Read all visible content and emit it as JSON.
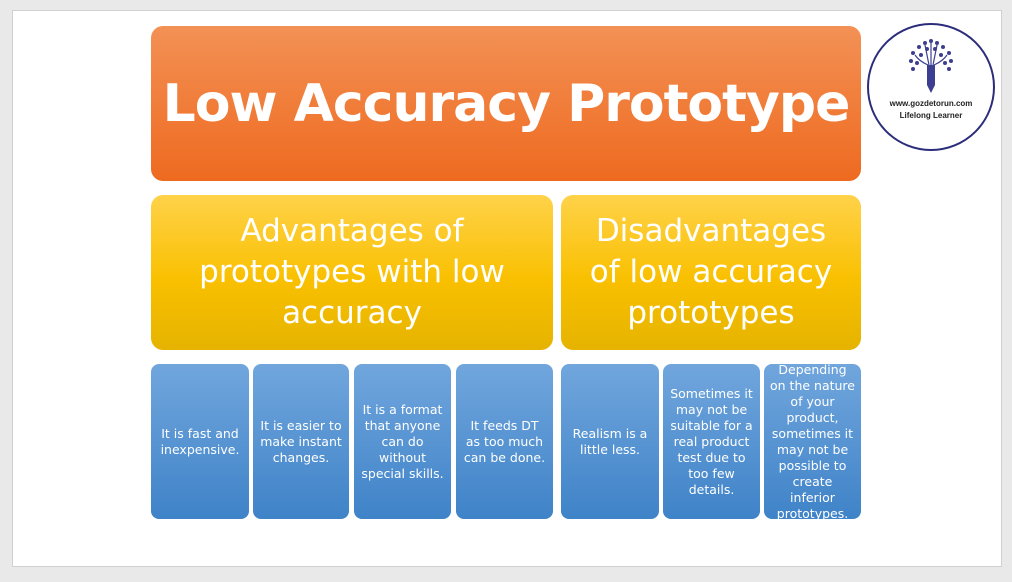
{
  "title": "Low Accuracy Prototype",
  "advantages_heading": "Advantages of prototypes with low accuracy",
  "disadvantages_heading": "Disadvantages of low accuracy prototypes",
  "advantages": [
    "It is fast and inexpensive.",
    "It is easier to make instant changes.",
    "It is a format that anyone can do without special skills.",
    "It feeds DT as too much can be done."
  ],
  "disadvantages": [
    "Realism is a little less.",
    "Sometimes it may not be suitable for a real product test due to too few details.",
    "Depending on the nature of your product, sometimes it may not be possible to create inferior prototypes."
  ],
  "logo": {
    "url": "www.gozdetorun.com",
    "tagline": "Lifelong Learner"
  },
  "colors": {
    "title": "#ee6a20",
    "heading": "#f9c000",
    "item": "#4a8ccf"
  }
}
